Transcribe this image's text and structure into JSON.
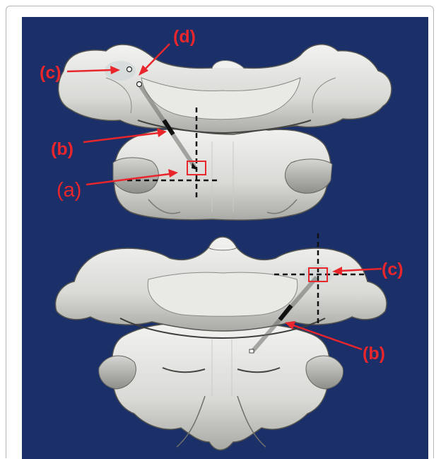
{
  "figure": {
    "background_color": "#1b2f69",
    "annotation_color": "#e8262c",
    "bone_color": "#dcdcda",
    "labels": {
      "top_c": "(c)",
      "top_d": "(d)",
      "top_b": "(b)",
      "top_a": "(a)",
      "bottom_c": "(c)",
      "bottom_b": "(b)"
    }
  }
}
